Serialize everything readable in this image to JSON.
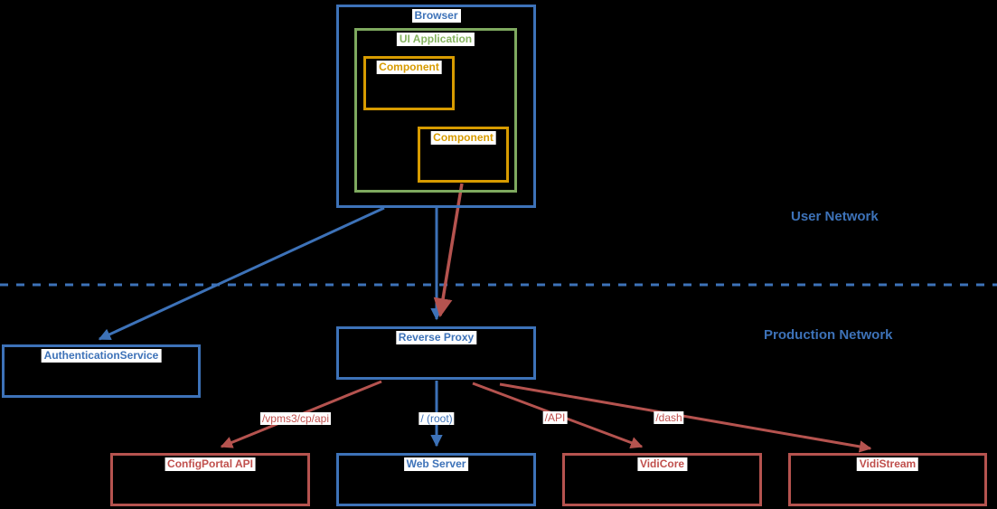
{
  "colors": {
    "background": "#000000",
    "blue": "#3D72B8",
    "green": "#7EA95F",
    "green_text": "#85B35F",
    "orange": "#D79B00",
    "red": "#B5534F",
    "red_text": "#C0504D",
    "label_background": "#FFFFFF"
  },
  "zones": {
    "user_network": "User Network",
    "production_network": "Production Network"
  },
  "nodes": {
    "browser": {
      "label": "Browser"
    },
    "ui_application": {
      "label": "UI Application"
    },
    "component_1": {
      "label": "Component"
    },
    "component_2": {
      "label": "Component"
    },
    "authentication_service": {
      "label": "AuthenticationService"
    },
    "reverse_proxy": {
      "label": "Reverse Proxy"
    },
    "configportal_api": {
      "label": "ConfigPortal API"
    },
    "web_server": {
      "label": "Web Server"
    },
    "vidicore": {
      "label": "VidiCore"
    },
    "vidistream": {
      "label": "VidiStream"
    }
  },
  "edges": {
    "reverse_proxy_to_configportal": {
      "label": "/vpms3/cp/api"
    },
    "reverse_proxy_to_web_server": {
      "label": "/ (root)"
    },
    "reverse_proxy_to_vidicore": {
      "label": "/API"
    },
    "reverse_proxy_to_vidistream": {
      "label": "/dash"
    }
  }
}
